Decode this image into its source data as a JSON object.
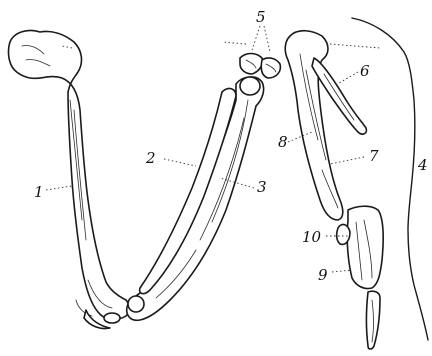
{
  "figure": {
    "labels": {
      "l1": "1",
      "l2": "2",
      "l3": "3",
      "l4": "4",
      "l5": "5",
      "l6": "6",
      "l7": "7",
      "l8": "8",
      "l9": "9",
      "l10": "10"
    },
    "ink_color": "#1a1a1a",
    "paper_color": "#ffffff"
  }
}
